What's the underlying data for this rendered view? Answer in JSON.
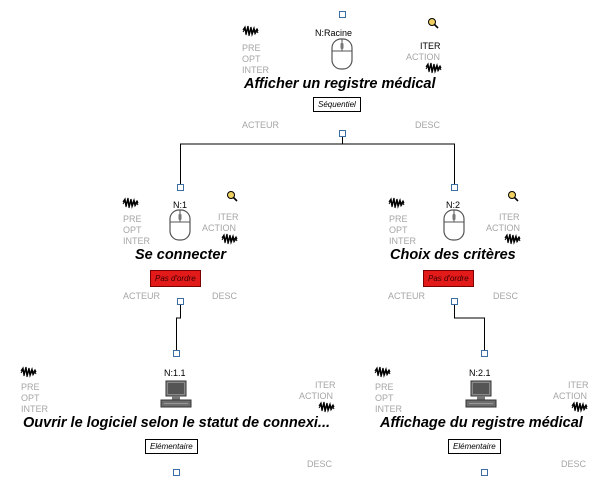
{
  "tree": {
    "root": {
      "id": "N:Racine",
      "title": "Afficher un registre médical",
      "type_label": "Séquentiel",
      "left_labels": [
        "PRE",
        "OPT",
        "INTER"
      ],
      "right_labels": [
        "ITER",
        "ACTION"
      ],
      "actor": "ACTEUR",
      "desc": "DESC",
      "icon": "mouse-icon"
    },
    "node1": {
      "id": "N:1",
      "title": "Se connecter",
      "type_label": "Pas d'ordre",
      "left_labels": [
        "PRE",
        "OPT",
        "INTER"
      ],
      "right_labels": [
        "ITER",
        "ACTION"
      ],
      "actor": "ACTEUR",
      "desc": "DESC",
      "icon": "mouse-icon"
    },
    "node2": {
      "id": "N:2",
      "title": "Choix des critères",
      "type_label": "Pas d'ordre",
      "left_labels": [
        "PRE",
        "OPT",
        "INTER"
      ],
      "right_labels": [
        "ITER",
        "ACTION"
      ],
      "actor": "ACTEUR",
      "desc": "DESC",
      "icon": "mouse-icon"
    },
    "node11": {
      "id": "N:1.1",
      "title": "Ouvrir le logiciel selon le statut de connexi...",
      "type_label": "Elémentaire",
      "left_labels": [
        "PRE",
        "OPT",
        "INTER"
      ],
      "right_labels": [
        "ITER",
        "ACTION"
      ],
      "desc": "DESC",
      "icon": "computer-icon"
    },
    "node21": {
      "id": "N:2.1",
      "title": "Affichage du registre médical",
      "type_label": "Elémentaire",
      "left_labels": [
        "PRE",
        "OPT",
        "INTER"
      ],
      "right_labels": [
        "ITER",
        "ACTION"
      ],
      "desc": "DESC",
      "icon": "computer-icon"
    }
  },
  "colors": {
    "connector": "#000000",
    "handle_border": "#3d6ea3",
    "muted_text": "#a6a6a6",
    "no_order_box": "#e21a1a"
  }
}
